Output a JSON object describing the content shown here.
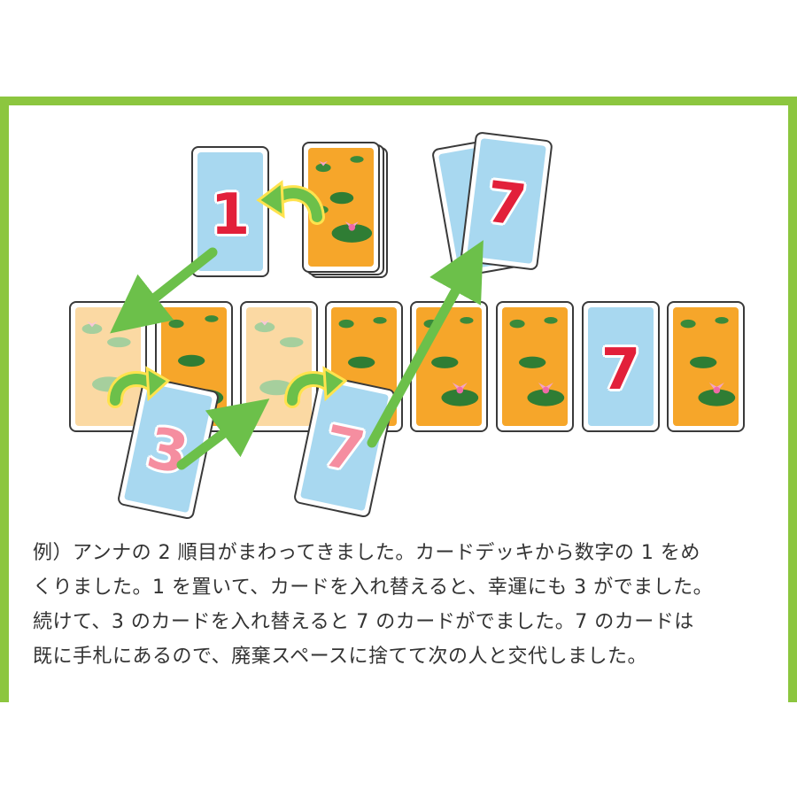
{
  "cards": {
    "drawn_top": "1",
    "discard_top": "7",
    "hand_slot_7": "7",
    "swapped_first": "3",
    "swapped_second": "7"
  },
  "caption": {
    "line1": "例）アンナの 2 順目がまわってきました。カードデッキから数字の 1 をめ",
    "line2": "くりました。1 を置いて、カードを入れ替えると、幸運にも 3 がでました。",
    "line3": "続けて、3 のカードを入れ替えると 7 のカードがでました。7 のカードは",
    "line4": "既に手札にあるので、廃棄スペースに捨てて次の人と交代しました。"
  },
  "colors": {
    "frame": "#8cc63f",
    "arrow": "#6cc04a",
    "card_blue": "#a8d8f0",
    "card_pond": "#f6a62a",
    "number_red": "#e2203a"
  },
  "icons": {
    "swap": "curved-swap-arrow-icon",
    "move": "straight-green-arrow-icon",
    "lotus": "lotus-flower-icon",
    "lily_pad": "lily-pad-icon"
  }
}
